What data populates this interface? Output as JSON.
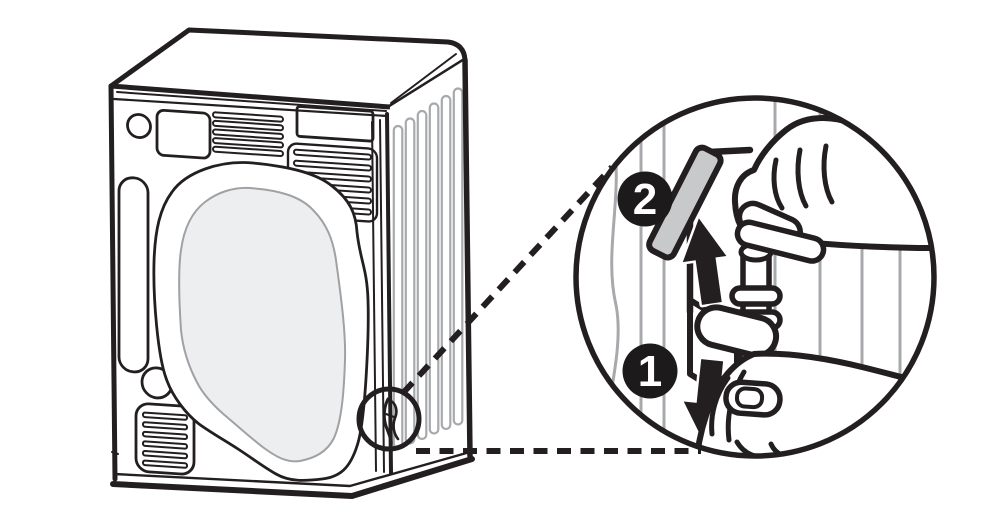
{
  "figure": {
    "subject": "appliance rear view with magnified drain-hose detail",
    "icons": [
      "up-arrow-icon",
      "down-arrow-icon",
      "magnifier-circle-icon",
      "callout-dashed-line-icon"
    ]
  },
  "magnifier": {
    "step_badges": [
      {
        "label": "2"
      },
      {
        "label": "1"
      }
    ]
  },
  "colors": {
    "outline": "#231f20",
    "badge": "#1d1a1b",
    "hose": "#c8c9cb",
    "panel_fill": "#edeef0",
    "panel_edge": "#9fa1a4",
    "ridge_line": "#a7a9ac",
    "background": "#ffffff"
  }
}
